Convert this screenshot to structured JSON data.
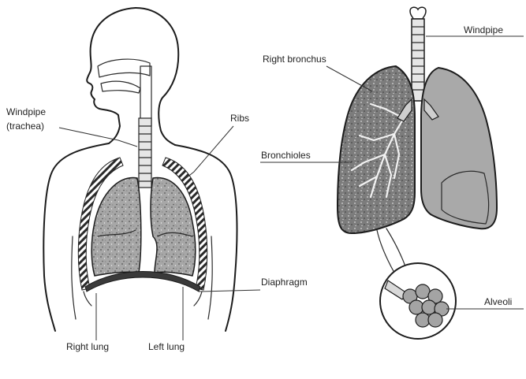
{
  "labels": {
    "windpipe_left_line1": "Windpipe",
    "windpipe_left_line2": "(trachea)",
    "ribs": "Ribs",
    "diaphragm": "Diaphragm",
    "right_lung": "Right lung",
    "left_lung": "Left lung",
    "windpipe_right": "Windpipe",
    "right_bronchus": "Right bronchus",
    "bronchioles": "Bronchioles",
    "alveoli": "Alveoli"
  },
  "colors": {
    "outline": "#1c1c1c",
    "lung_fill": "#9a9a9a",
    "lung_light": "#b9b9b9",
    "speckle": "#4a4a4a",
    "airway": "#e6e6e6"
  }
}
